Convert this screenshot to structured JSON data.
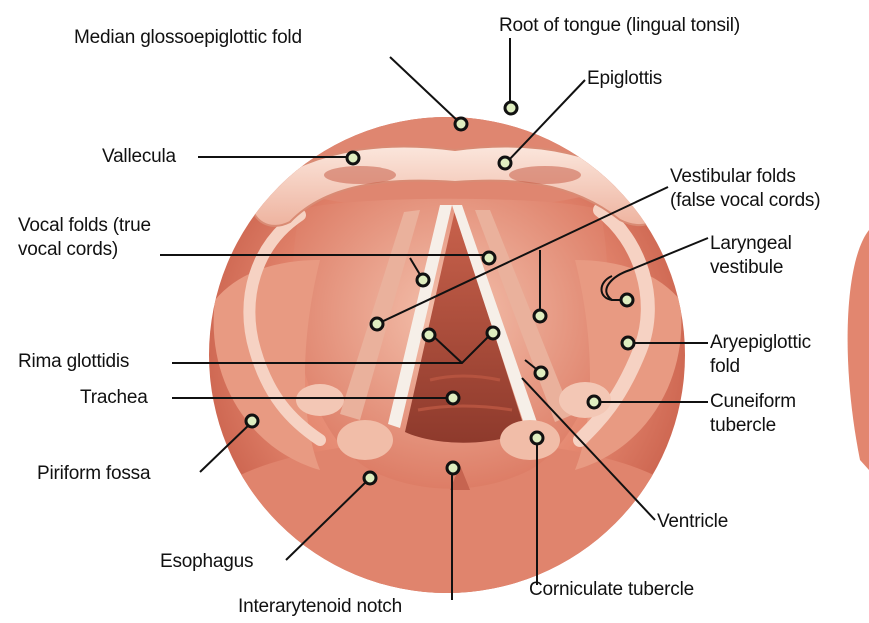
{
  "labels": {
    "median_glossoepiglottic_fold": "Median glossoepiglottic fold",
    "root_of_tongue": "Root of tongue (lingual tonsil)",
    "epiglottis": "Epiglottis",
    "vallecula": "Vallecula",
    "vestibular_folds_line1": "Vestibular folds",
    "vestibular_folds_line2": "(false vocal cords)",
    "vocal_folds_line1": "Vocal folds (true",
    "vocal_folds_line2": "vocal cords)",
    "laryngeal_vestibule_line1": "Laryngeal",
    "laryngeal_vestibule_line2": "vestibule",
    "rima_glottidis": "Rima glottidis",
    "aryepiglottic_fold_line1": "Aryepiglottic",
    "aryepiglottic_fold_line2": "fold",
    "trachea": "Trachea",
    "cuneiform_tubercle_line1": "Cuneiform",
    "cuneiform_tubercle_line2": "tubercle",
    "piriform_fossa": "Piriform fossa",
    "ventricle": "Ventricle",
    "esophagus": "Esophagus",
    "corniculate_tubercle": "Corniculate tubercle",
    "interarytenoid_notch": "Interarytenoid notch"
  },
  "colors": {
    "tissue_outer": "#d8705a",
    "tissue_mid": "#e8977f",
    "tissue_pale": "#f3c9b8",
    "trachea_dark": "#a64a38",
    "vocal_cord": "#f4ece4",
    "marker_fill": "#dfeec0",
    "leader_line": "#111111"
  }
}
